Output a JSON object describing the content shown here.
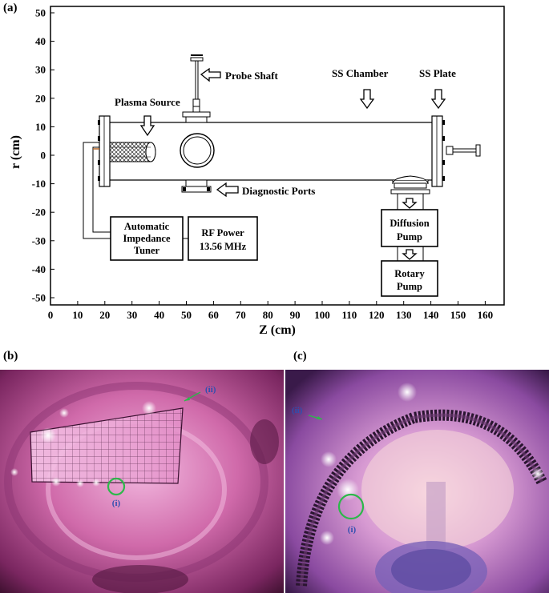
{
  "panels": {
    "a": "(a)",
    "b": "(b)",
    "c": "(c)"
  },
  "axes": {
    "ylabel": "r (cm)",
    "xlabel": "Z (cm)",
    "y_ticks": [
      "50",
      "40",
      "30",
      "20",
      "10",
      "0",
      "-10",
      "-20",
      "-30",
      "-40",
      "-50"
    ],
    "x_ticks": [
      "0",
      "10",
      "20",
      "30",
      "40",
      "50",
      "60",
      "70",
      "80",
      "90",
      "100",
      "110",
      "120",
      "130",
      "140",
      "150",
      "160"
    ]
  },
  "labels": {
    "probe_shaft": "Probe Shaft",
    "ss_chamber": "SS Chamber",
    "ss_plate": "SS Plate",
    "plasma_source": "Plasma Source",
    "diagnostic_ports": "Diagnostic Ports",
    "tuner_line1": "Automatic",
    "tuner_line2": "Impedance",
    "tuner_line3": "Tuner",
    "rf_line1": "RF Power",
    "rf_line2": "13.56 MHz",
    "diffusion_line1": "Diffusion",
    "diffusion_line2": "Pump",
    "rotary_line1": "Rotary",
    "rotary_line2": "Pump"
  },
  "photo_b": {
    "mark_i": "(i)",
    "mark_ii": "(ii)"
  },
  "photo_c": {
    "mark_i": "(i)",
    "mark_ii": "(ii)"
  },
  "colors": {
    "marker_circle": "#2db84a",
    "marker_text": "#2f4fb0",
    "plasma_pink": "#c85a9e"
  }
}
